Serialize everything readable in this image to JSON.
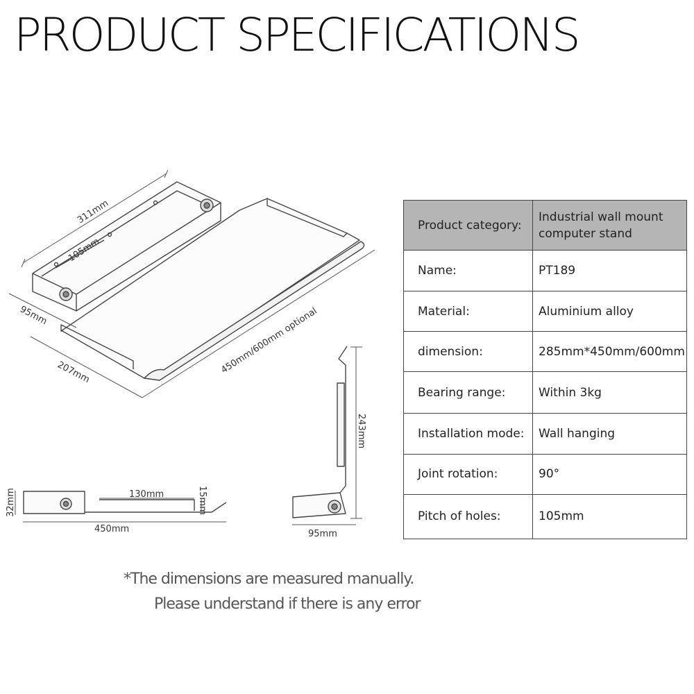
{
  "page_title": "PRODUCT SPECIFICATIONS",
  "dimensions": {
    "top_length": "311mm",
    "hole_pitch": "105mm",
    "depth": "95mm",
    "tray_width": "207mm",
    "tray_length": "450mm/600mm optional",
    "side_height": "32mm",
    "side_slot": "130mm",
    "side_lip": "15mm",
    "side_length": "450mm",
    "folded_height": "243mm",
    "folded_depth": "95mm"
  },
  "spec_table": [
    {
      "label": "Product category:",
      "value": "Industrial wall mount computer stand"
    },
    {
      "label": "Name:",
      "value": "PT189"
    },
    {
      "label": "Material:",
      "value": "Aluminium alloy"
    },
    {
      "label": "dimension:",
      "value": "285mm*450mm/600mm"
    },
    {
      "label": "Bearing range:",
      "value": "Within 3kg"
    },
    {
      "label": "Installation mode:",
      "value": "Wall hanging"
    },
    {
      "label": "Joint rotation:",
      "value": "90°"
    },
    {
      "label": "Pitch of holes:",
      "value": "105mm"
    }
  ],
  "note": {
    "line1": "*The dimensions are measured manually.",
    "line2": "Please understand if there is any error"
  }
}
